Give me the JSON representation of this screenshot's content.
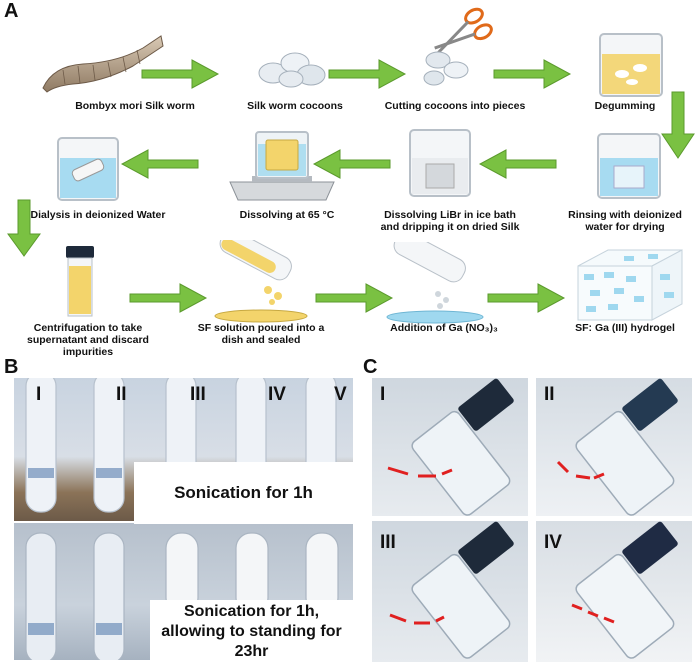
{
  "panels": {
    "a": "A",
    "b": "B",
    "c": "C"
  },
  "steps": [
    {
      "label": "Bombyx mori Silk worm"
    },
    {
      "label": "Silk worm cocoons"
    },
    {
      "label": "Cutting cocoons into pieces"
    },
    {
      "label": "Degumming"
    },
    {
      "label": "Rinsing with deionized water for drying"
    },
    {
      "label": "Dissolving LiBr  in ice bath and dripping it on dried Silk"
    },
    {
      "label": "Dissolving at 65 °C"
    },
    {
      "label": "Dialysis in deionized Water"
    },
    {
      "label": "Centrifugation to take supernatant and discard impurities"
    },
    {
      "label": "SF solution poured into a dish and sealed"
    },
    {
      "label": "Addition of Ga (NO₃)₃"
    },
    {
      "label": "SF: Ga (III) hydrogel"
    }
  ],
  "panel_b": {
    "tube_labels": [
      "I",
      "II",
      "III",
      "IV",
      "V"
    ],
    "caption_top": "Sonication for 1h",
    "caption_bottom": "Sonication for 1h, allowing to standing for 23hr"
  },
  "panel_c": {
    "labels": [
      "I",
      "II",
      "III",
      "IV"
    ]
  },
  "colors": {
    "arrow": "#7ac142",
    "liquid_yellow": "#f3d46b",
    "liquid_blue": "#9fd8ef",
    "cap": "#1e2a3a"
  }
}
